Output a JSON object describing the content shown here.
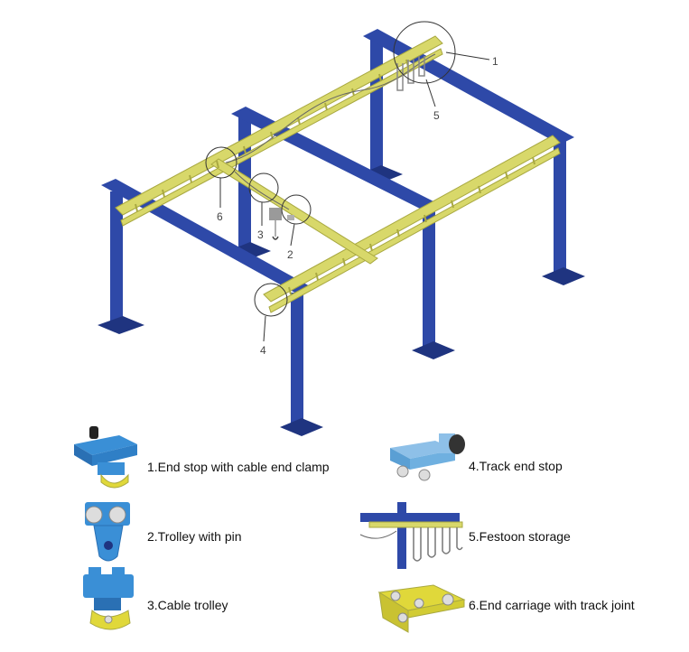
{
  "colors": {
    "frame_blue": "#2e49a8",
    "frame_blue_dark": "#1f3480",
    "rail_yellow": "#d8d86a",
    "rail_yellow_dark": "#a9a941",
    "part_blue": "#3a8fd6",
    "part_yellow": "#e0d83a",
    "callout": "#333333"
  },
  "callouts": [
    "1",
    "2",
    "3",
    "4",
    "5",
    "6"
  ],
  "legend": [
    {
      "label": "1.End stop with cable end clamp",
      "icon": "end-stop-clamp-icon"
    },
    {
      "label": "2.Trolley with pin",
      "icon": "trolley-with-pin-icon"
    },
    {
      "label": "3.Cable trolley",
      "icon": "cable-trolley-icon"
    },
    {
      "label": "4.Track end stop",
      "icon": "track-end-stop-icon"
    },
    {
      "label": "5.Festoon storage",
      "icon": "festoon-storage-icon"
    },
    {
      "label": "6.End carriage with track joint",
      "icon": "end-carriage-track-joint-icon"
    }
  ]
}
